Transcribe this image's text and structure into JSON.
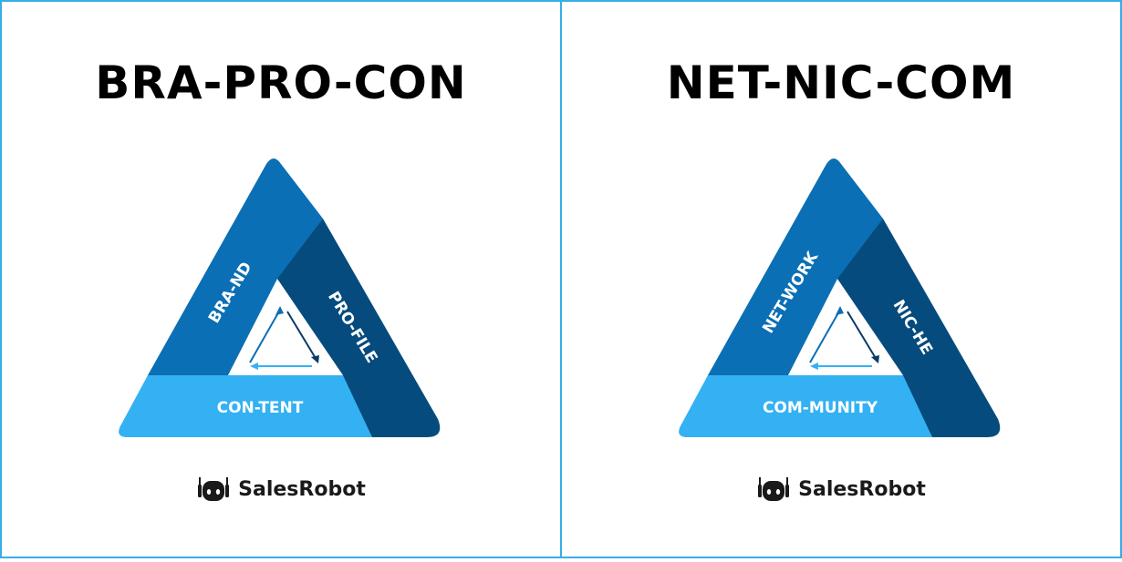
{
  "panels": [
    {
      "title": "BRA-PRO-CON",
      "segments": {
        "left": "BRA-ND",
        "right": "PRO-FILE",
        "bottom": "CON-TENT"
      }
    },
    {
      "title": "NET-NIC-COM",
      "segments": {
        "left": "NET-WORK",
        "right": "NIC-HE",
        "bottom": "COM-MUNITY"
      }
    }
  ],
  "brand": {
    "name": "SalesRobot"
  },
  "colors": {
    "border": "#35aee6",
    "left_segment": "#0a6fb4",
    "right_segment": "#064b7d",
    "bottom_segment": "#33b1f3",
    "arrow_dark": "#0a3b66",
    "arrow_light": "#33b1f3"
  }
}
